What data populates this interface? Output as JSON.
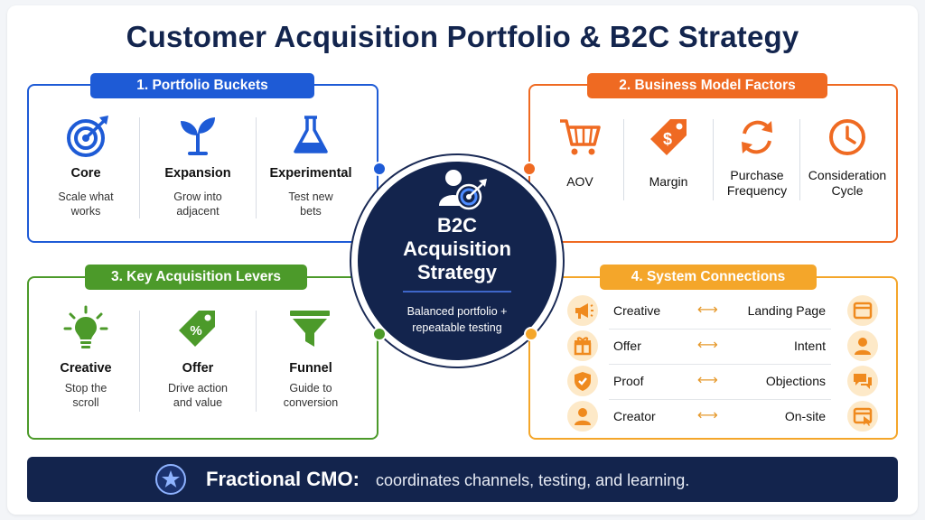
{
  "title": "Customer Acquisition Portfolio & B2C Strategy",
  "colors": {
    "navy": "#13244d",
    "blue": "#1e5bd6",
    "orange": "#ef6a22",
    "green": "#4c9a2a",
    "amber": "#f4a62a"
  },
  "portfolio": {
    "heading": "1. Portfolio Buckets",
    "items": [
      {
        "label": "Core",
        "desc": [
          "Scale what",
          "works"
        ],
        "icon": "target-icon"
      },
      {
        "label": "Expansion",
        "desc": [
          "Grow into",
          "adjacent"
        ],
        "icon": "sprout-icon"
      },
      {
        "label": "Experimental",
        "desc": [
          "Test new",
          "bets"
        ],
        "icon": "flask-icon"
      }
    ]
  },
  "business": {
    "heading": "2. Business Model Factors",
    "items": [
      {
        "label": [
          "AOV"
        ],
        "icon": "cart-icon"
      },
      {
        "label": [
          "Margin"
        ],
        "icon": "price-tag-icon"
      },
      {
        "label": [
          "Purchase",
          "Frequency"
        ],
        "icon": "refresh-icon"
      },
      {
        "label": [
          "Consideration",
          "Cycle"
        ],
        "icon": "clock-icon"
      }
    ]
  },
  "levers": {
    "heading": "3. Key Acquisition Levers",
    "items": [
      {
        "label": "Creative",
        "desc": [
          "Stop the",
          "scroll"
        ],
        "icon": "lightbulb-icon"
      },
      {
        "label": "Offer",
        "desc": [
          "Drive action",
          "and value"
        ],
        "icon": "percent-tag-icon"
      },
      {
        "label": "Funnel",
        "desc": [
          "Guide to",
          "conversion"
        ],
        "icon": "funnel-icon"
      }
    ]
  },
  "connections": {
    "heading": "4. System Connections",
    "rows": [
      {
        "left": "Creative",
        "arrow": "⟷",
        "right": "Landing Page",
        "left_icon": "megaphone-icon",
        "right_icon": "browser-window-icon"
      },
      {
        "left": "Offer",
        "arrow": "⟷",
        "right": "Intent",
        "left_icon": "gift-icon",
        "right_icon": "user-icon"
      },
      {
        "left": "Proof",
        "arrow": "⟷",
        "right": "Objections",
        "left_icon": "shield-check-icon",
        "right_icon": "chat-bubbles-icon"
      },
      {
        "left": "Creator",
        "arrow": "⟷",
        "right": "On-site",
        "left_icon": "person-icon",
        "right_icon": "cursor-window-icon"
      }
    ]
  },
  "center": {
    "title_lines": [
      "B2C",
      "Acquisition",
      "Strategy"
    ],
    "sub_lines": [
      "Balanced portfolio +",
      "repeatable testing"
    ],
    "icon": "user-target-icon"
  },
  "footer": {
    "bold": "Fractional CMO:",
    "text": "coordinates channels, testing, and learning.",
    "icon": "star-icon"
  }
}
